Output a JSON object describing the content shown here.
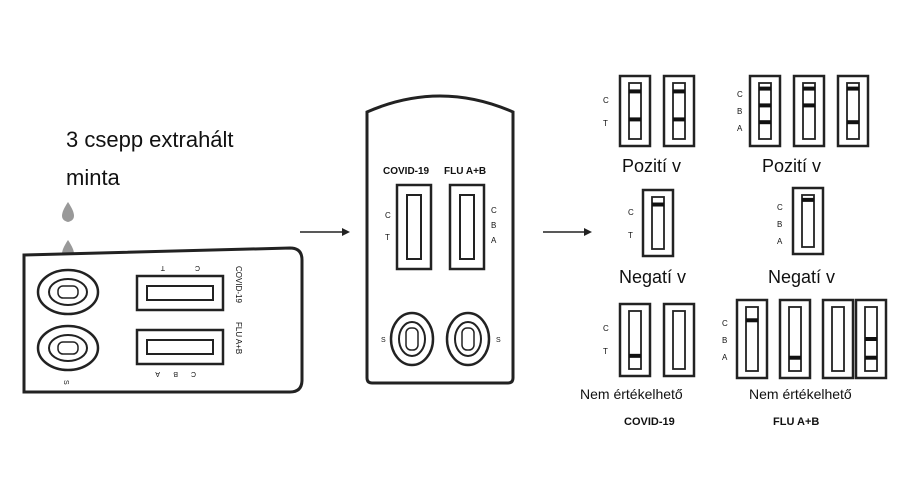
{
  "instruction": "3 csepp extrahált minta",
  "instruction_line1": "3 csepp extrahált",
  "instruction_line2": "minta",
  "left_cassette": {
    "label_top": "COVID-19",
    "label_bottom": "FLU A+B",
    "marks_top": [
      "T",
      "C"
    ],
    "marks_bottom": [
      "A",
      "B",
      "C"
    ],
    "sample_mark": "S"
  },
  "middle_cassette": {
    "label_left": "COVID-19",
    "label_right": "FLU A+B",
    "marks_left": [
      "C",
      "T"
    ],
    "marks_right": [
      "C",
      "B",
      "A"
    ],
    "sample_mark": "S"
  },
  "results": {
    "positive_label": "Pozití v",
    "negative_label": "Negatí v",
    "invalid_label": "Nem értékelhető",
    "covid_marks": [
      "C",
      "T"
    ],
    "flu_marks": [
      "C",
      "B",
      "A"
    ],
    "covid_caption": "COVID-19",
    "flu_caption": "FLU A+B"
  }
}
